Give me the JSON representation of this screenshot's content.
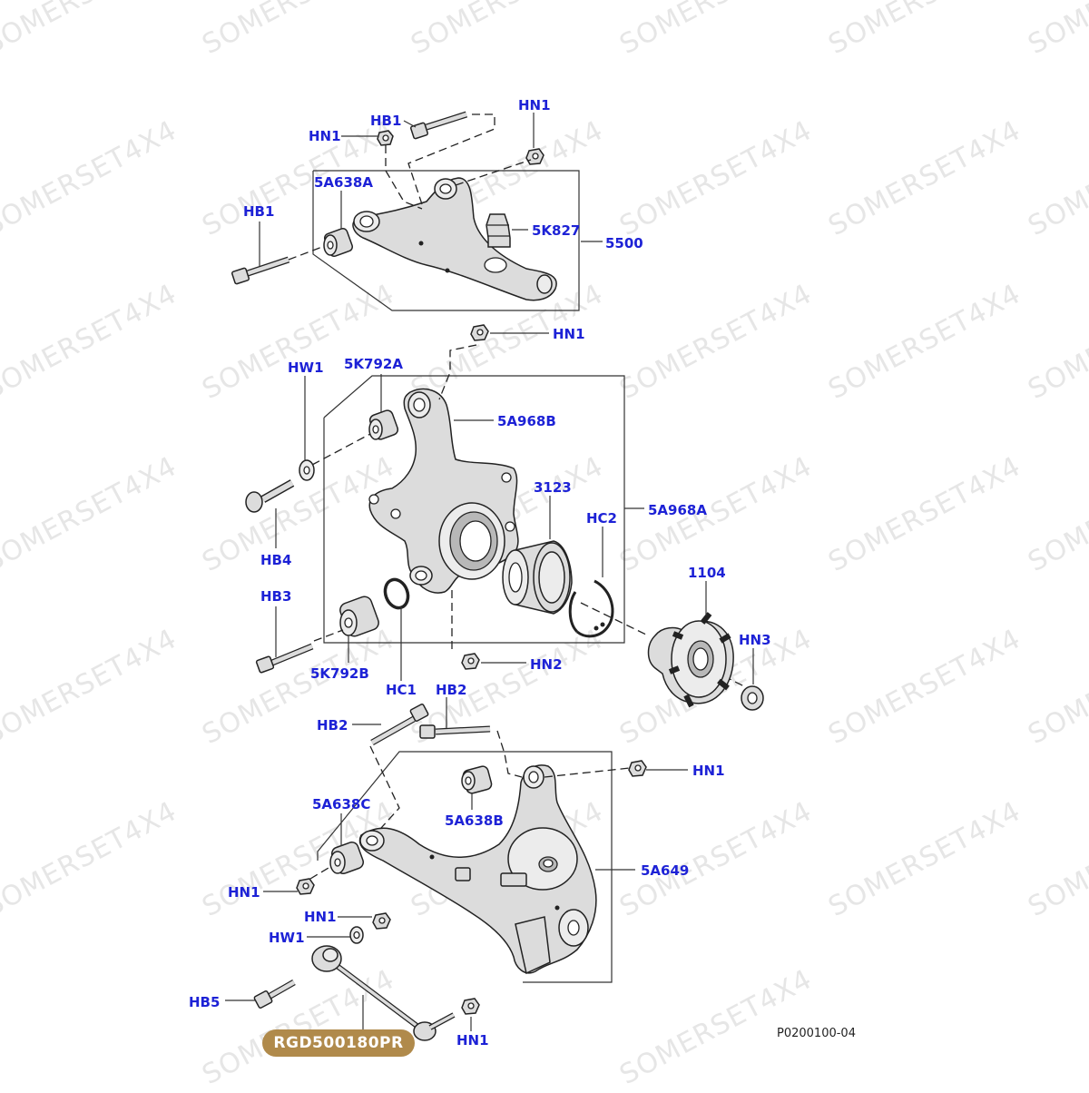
{
  "watermark": "SOMERSET4X4",
  "labels": {
    "hb1_top": "HB1",
    "hn1_top": "HN1",
    "hn1_topright": "HN1",
    "bush_5a638a": "5A638A",
    "hb1_left": "HB1",
    "bump_5k827": "5K827",
    "arm_5500": "5500",
    "hn1_mid": "HN1",
    "hw1": "HW1",
    "bush_5k792a": "5K792A",
    "knuckle_5a968b": "5A968B",
    "bearing_3123": "3123",
    "circlip_hc2": "HC2",
    "assy_5a968a": "5A968A",
    "hub_1104": "1104",
    "nut_hn3": "HN3",
    "hb4": "HB4",
    "hb3": "HB3",
    "bush_5k792b": "5K792B",
    "hc1": "HC1",
    "hn2": "HN2",
    "hb2_upper": "HB2",
    "hb2_left": "HB2",
    "hn1_lowright": "HN1",
    "bush_5a638c": "5A638C",
    "bush_5a638b": "5A638B",
    "arm_5a649": "5A649",
    "hn1_lowleft": "HN1",
    "hn1_link": "HN1",
    "hw1_link": "HW1",
    "hb5": "HB5",
    "hn1_bottom": "HN1"
  },
  "reference_code": "P0200100-04",
  "part_number": "RGD500180PR",
  "colors": {
    "label": "#1d22d6",
    "badge": "#b08a4b",
    "watermark": "#e6e6e6"
  }
}
